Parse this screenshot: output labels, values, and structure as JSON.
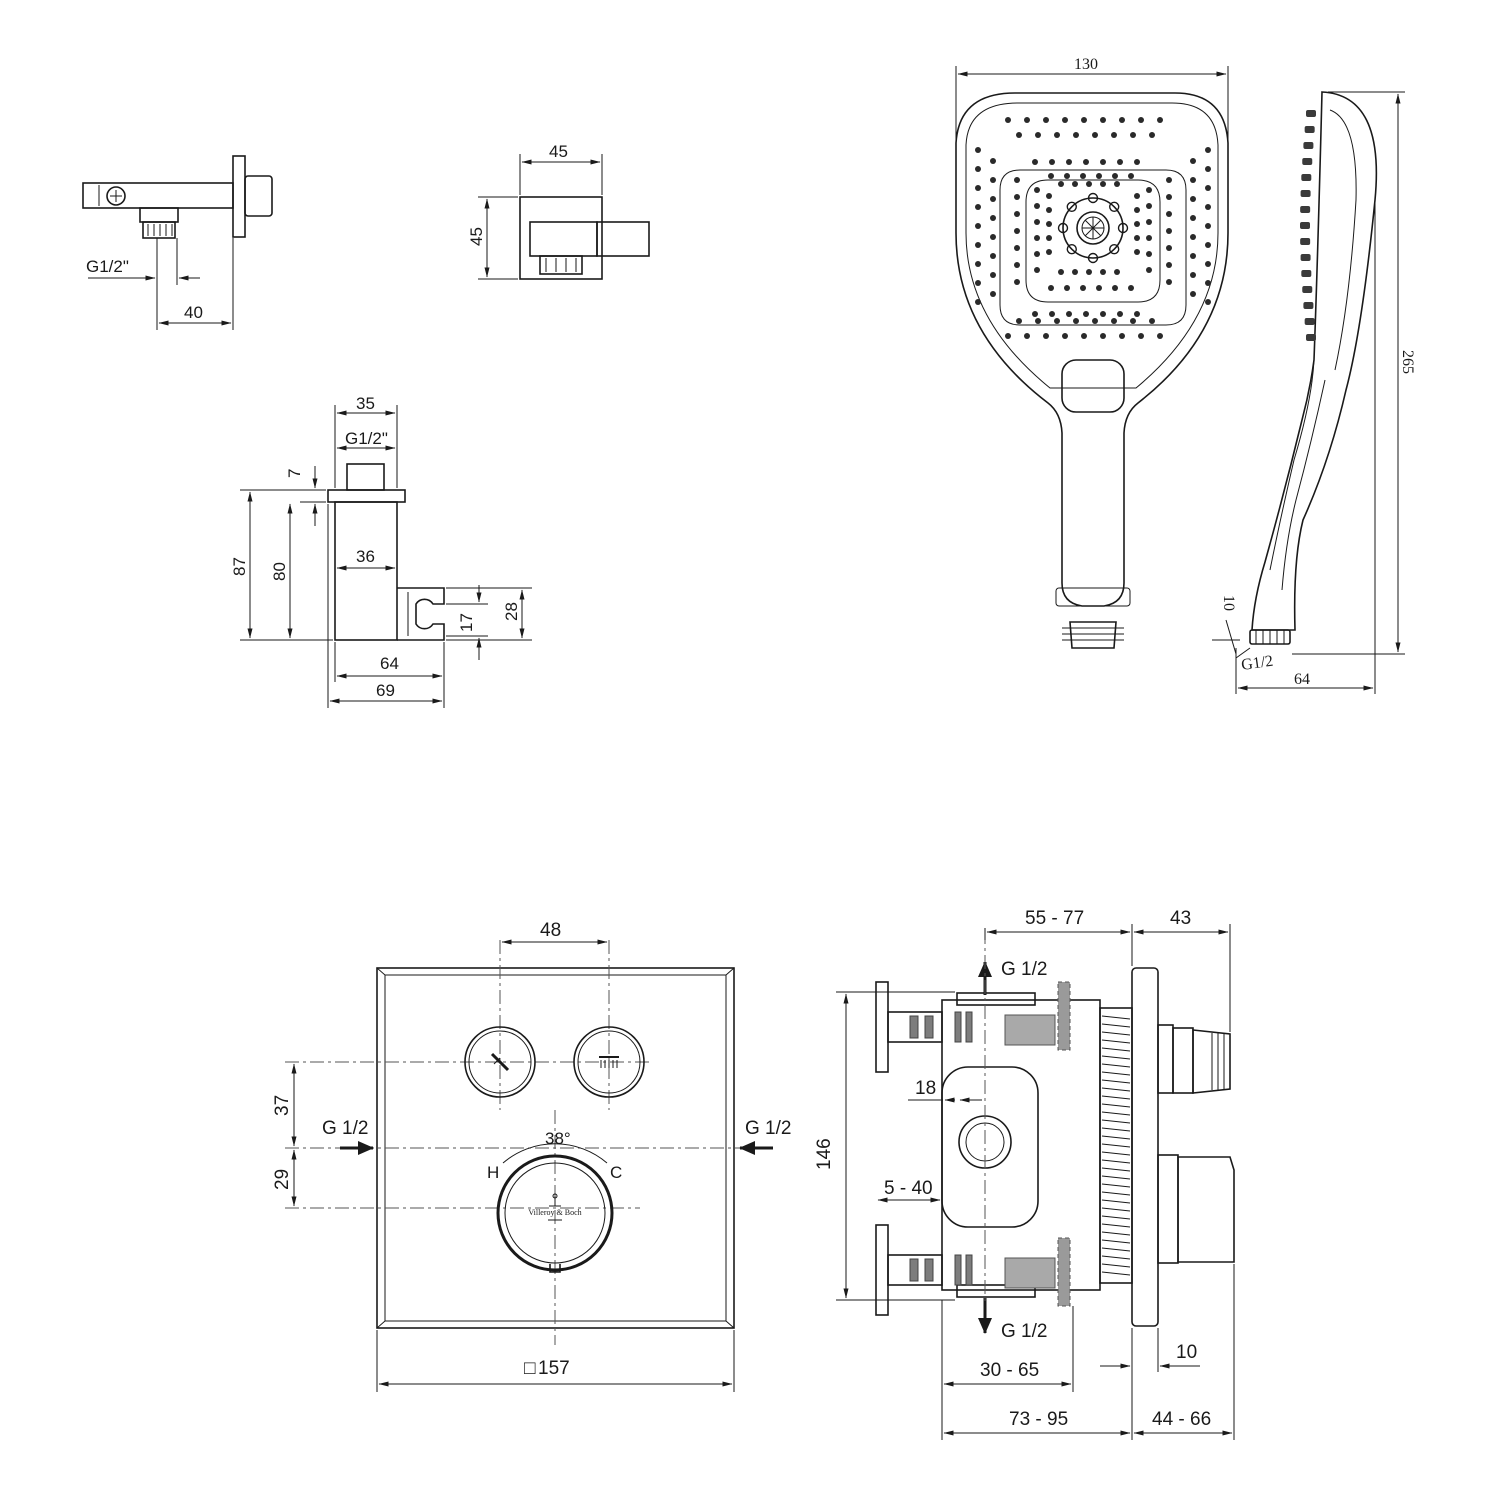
{
  "wall_elbow": {
    "dims": {
      "thread": "G1/2\"",
      "depth": "40"
    }
  },
  "square_outlet": {
    "dims": {
      "width": "45",
      "height": "45"
    }
  },
  "holder": {
    "dims": {
      "top_width": "35",
      "thread": "G1/2\"",
      "thread_height": "7",
      "total_height": "87",
      "body_height": "80",
      "body_width": "36",
      "bracket_height": "28",
      "bracket_inner": "17",
      "depth_inner": "64",
      "depth_total": "69"
    }
  },
  "hand_shower": {
    "dims": {
      "width": "130",
      "length": "265",
      "thread_length": "10",
      "thread": "G1/2",
      "depth": "64"
    }
  },
  "thermostat_front": {
    "dims": {
      "button_spacing": "48",
      "vertical_a": "37",
      "vertical_b": "29",
      "inlet_left": "G 1/2",
      "inlet_right": "G 1/2",
      "angle": "38°",
      "hot_label": "H",
      "cold_label": "C",
      "plate_size": "157",
      "plate_size_symbol": "□"
    },
    "brand_mark": "Villeroy & Boch"
  },
  "thermostat_side": {
    "dims": {
      "range_top": "55 - 77",
      "top_right": "43",
      "outlet_top": "G 1/2",
      "offset": "18",
      "height": "146",
      "wall_range": "5 - 40",
      "outlet_bottom": "G 1/2",
      "plate_thickness": "10",
      "body_range": "30 - 65",
      "depth_range": "73 - 95",
      "projection_range": "44 - 66"
    }
  }
}
